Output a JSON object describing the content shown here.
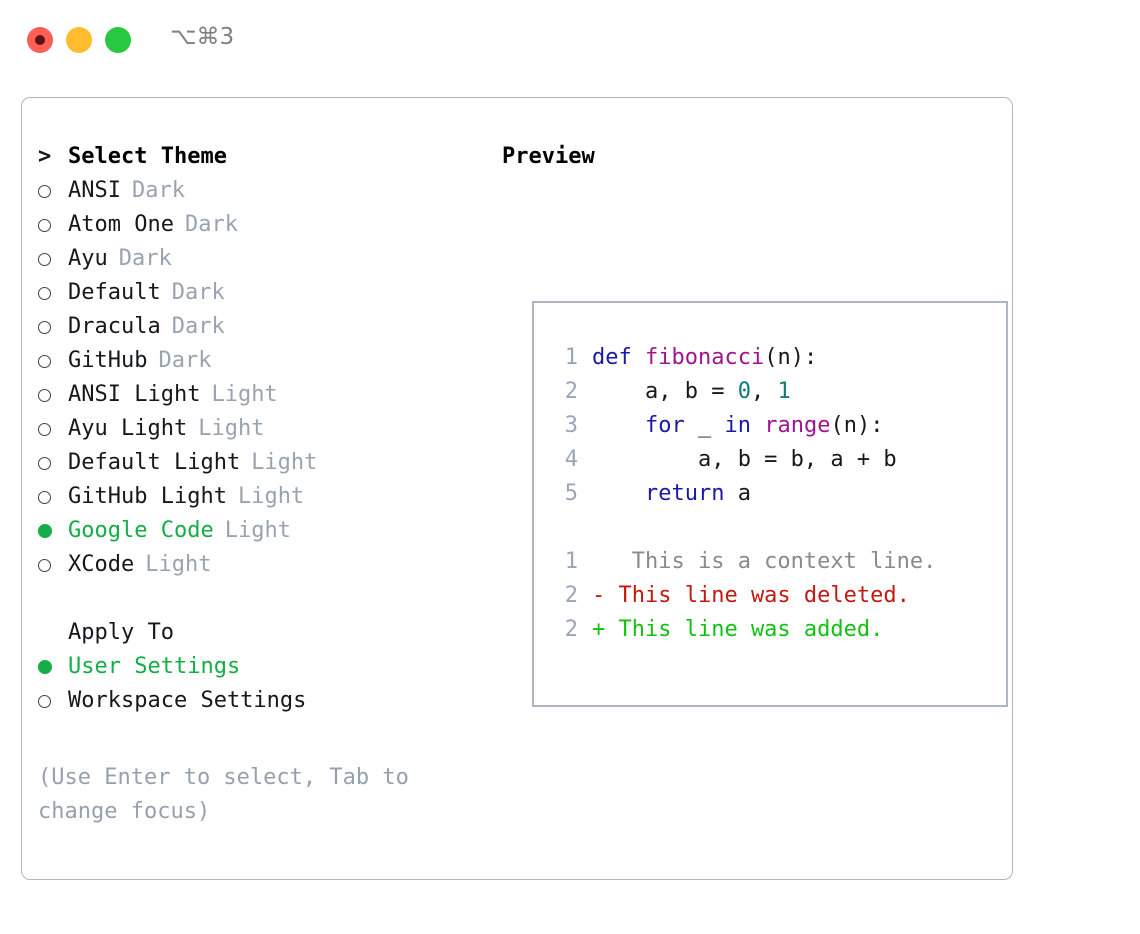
{
  "window": {
    "shortcut": "⌥⌘3",
    "traffic_lights": [
      {
        "name": "close-button",
        "color": "#ff5f57"
      },
      {
        "name": "minimize-button",
        "color": "#febc2e"
      },
      {
        "name": "maximize-button",
        "color": "#28c840"
      }
    ]
  },
  "theme_picker": {
    "header": {
      "caret": ">",
      "title": "Select Theme"
    },
    "items": [
      {
        "label": "ANSI",
        "variant": "Dark",
        "selected": false
      },
      {
        "label": "Atom One",
        "variant": "Dark",
        "selected": false
      },
      {
        "label": "Ayu",
        "variant": "Dark",
        "selected": false
      },
      {
        "label": "Default",
        "variant": "Dark",
        "selected": false
      },
      {
        "label": "Dracula",
        "variant": "Dark",
        "selected": false
      },
      {
        "label": "GitHub",
        "variant": "Dark",
        "selected": false
      },
      {
        "label": "ANSI Light",
        "variant": "Light",
        "selected": false
      },
      {
        "label": "Ayu Light",
        "variant": "Light",
        "selected": false
      },
      {
        "label": "Default Light",
        "variant": "Light",
        "selected": false
      },
      {
        "label": "GitHub Light",
        "variant": "Light",
        "selected": false
      },
      {
        "label": "Google Code",
        "variant": "Light",
        "selected": true
      },
      {
        "label": "XCode",
        "variant": "Light",
        "selected": false
      }
    ]
  },
  "apply_to": {
    "header": "Apply To",
    "options": [
      {
        "label": "User Settings",
        "selected": true
      },
      {
        "label": "Workspace Settings",
        "selected": false
      }
    ]
  },
  "hint": "(Use Enter to select, Tab to change focus)",
  "preview": {
    "title": "Preview",
    "code_lines": [
      {
        "lineno": "1",
        "tokens": [
          {
            "text": "def ",
            "type": "kw"
          },
          {
            "text": "fibonacci",
            "type": "fn"
          },
          {
            "text": "(n):",
            "type": "pl"
          }
        ]
      },
      {
        "lineno": "2",
        "tokens": [
          {
            "text": "    a, b = ",
            "type": "pl"
          },
          {
            "text": "0",
            "type": "num"
          },
          {
            "text": ", ",
            "type": "pl"
          },
          {
            "text": "1",
            "type": "num"
          }
        ]
      },
      {
        "lineno": "3",
        "tokens": [
          {
            "text": "    ",
            "type": "pl"
          },
          {
            "text": "for",
            "type": "kw"
          },
          {
            "text": " _ ",
            "type": "pl"
          },
          {
            "text": "in",
            "type": "kw"
          },
          {
            "text": " ",
            "type": "pl"
          },
          {
            "text": "range",
            "type": "fn"
          },
          {
            "text": "(n):",
            "type": "pl"
          }
        ]
      },
      {
        "lineno": "4",
        "tokens": [
          {
            "text": "        a, b = b, a + b",
            "type": "pl"
          }
        ]
      },
      {
        "lineno": "5",
        "tokens": [
          {
            "text": "    ",
            "type": "pl"
          },
          {
            "text": "return",
            "type": "kw"
          },
          {
            "text": " a",
            "type": "pl"
          }
        ]
      }
    ],
    "diff_lines": [
      {
        "lineno": "1",
        "sign": " ",
        "text": "  This is a context line.",
        "type": "ctx"
      },
      {
        "lineno": "2",
        "sign": "-",
        "text": " This line was deleted.",
        "type": "del"
      },
      {
        "lineno": "2",
        "sign": "+",
        "text": " This line was added.",
        "type": "add"
      }
    ]
  },
  "colors": {
    "selected_green": "#14ae46",
    "variant_gray": "#9aa3b0",
    "hint_gray": "#97a0ae",
    "border": "#aeb7c4",
    "keyword": "#1a1aa8",
    "function": "#a0148c",
    "number": "#0e7c7b",
    "diff_added": "#12c212",
    "diff_deleted": "#c21a10",
    "diff_context": "#8a8a8a",
    "line_number": "#9aa5b7"
  }
}
